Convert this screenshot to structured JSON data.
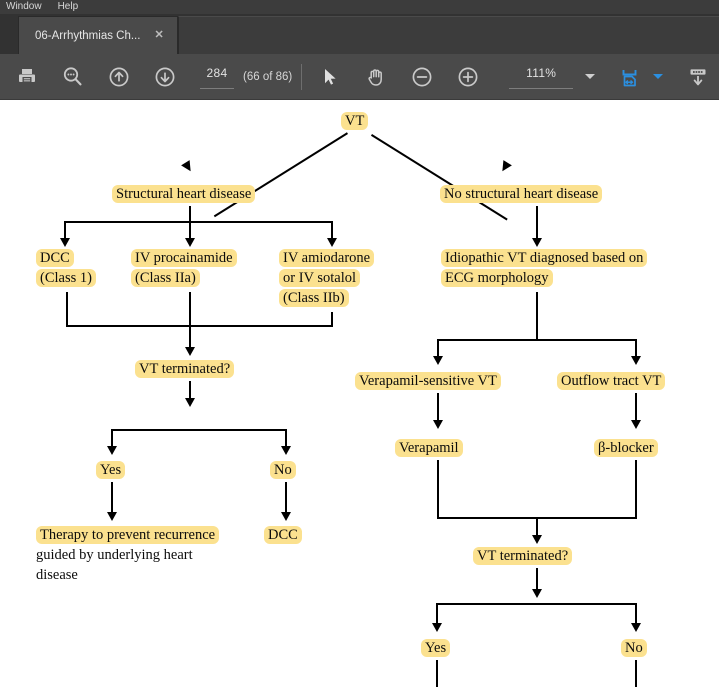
{
  "menubar": {
    "items": [
      {
        "label": "Window"
      },
      {
        "label": "Help"
      }
    ]
  },
  "tabbar": {
    "tab_label": "06-Arrhythmias Ch...",
    "close_glyph": "✕"
  },
  "toolbar": {
    "print_tooltip": "Print",
    "search_tooltip": "Search",
    "prev_page_tooltip": "Previous Page",
    "next_page_tooltip": "Next Page",
    "page_number": "284",
    "page_total": "(66 of 86)",
    "select_tool_tooltip": "Select",
    "hand_tool_tooltip": "Pan",
    "zoom_out_tooltip": "Zoom Out",
    "zoom_in_tooltip": "Zoom In",
    "zoom_level": "111%",
    "fit_page_tooltip": "Fit Page",
    "scroll_mode_tooltip": "Scroll Mode",
    "comment_tooltip": "Comment",
    "accent_color": "#2b8fe0",
    "bar_color": "#4a4a4a",
    "icon_color": "#c9c9c9"
  },
  "document": {
    "highlight_color": "#fbe18f",
    "page_background": "#ffffff",
    "nodes": {
      "vt_root": "VT",
      "structural": "Structural heart disease",
      "no_structural": "No structural heart disease",
      "dcc_class1_line1": "DCC",
      "dcc_class1_line2": "(Class 1)",
      "procainamide_line1": "IV procainamide",
      "procainamide_line2": "(Class IIa)",
      "amiodarone_line1": "IV amiodarone",
      "amiodarone_line2": "or IV sotalol",
      "amiodarone_line3": "(Class IIb)",
      "idiopathic_line1": "Idiopathic VT diagnosed based on",
      "idiopathic_line2": "ECG morphology",
      "vt_terminated_left": "VT terminated?",
      "yes_left": "Yes",
      "no_left": "No",
      "therapy_line1": "Therapy to prevent recurrence",
      "therapy_line2": "guided by underlying heart",
      "therapy_line3": "disease",
      "dcc_bottom": "DCC",
      "verapamil_sensitive": "Verapamil-sensitive VT",
      "outflow_tract": "Outflow tract VT",
      "verapamil": "Verapamil",
      "beta_blocker": "β-blocker",
      "vt_terminated_right": "VT terminated?",
      "yes_right": "Yes",
      "no_right": "No"
    }
  }
}
